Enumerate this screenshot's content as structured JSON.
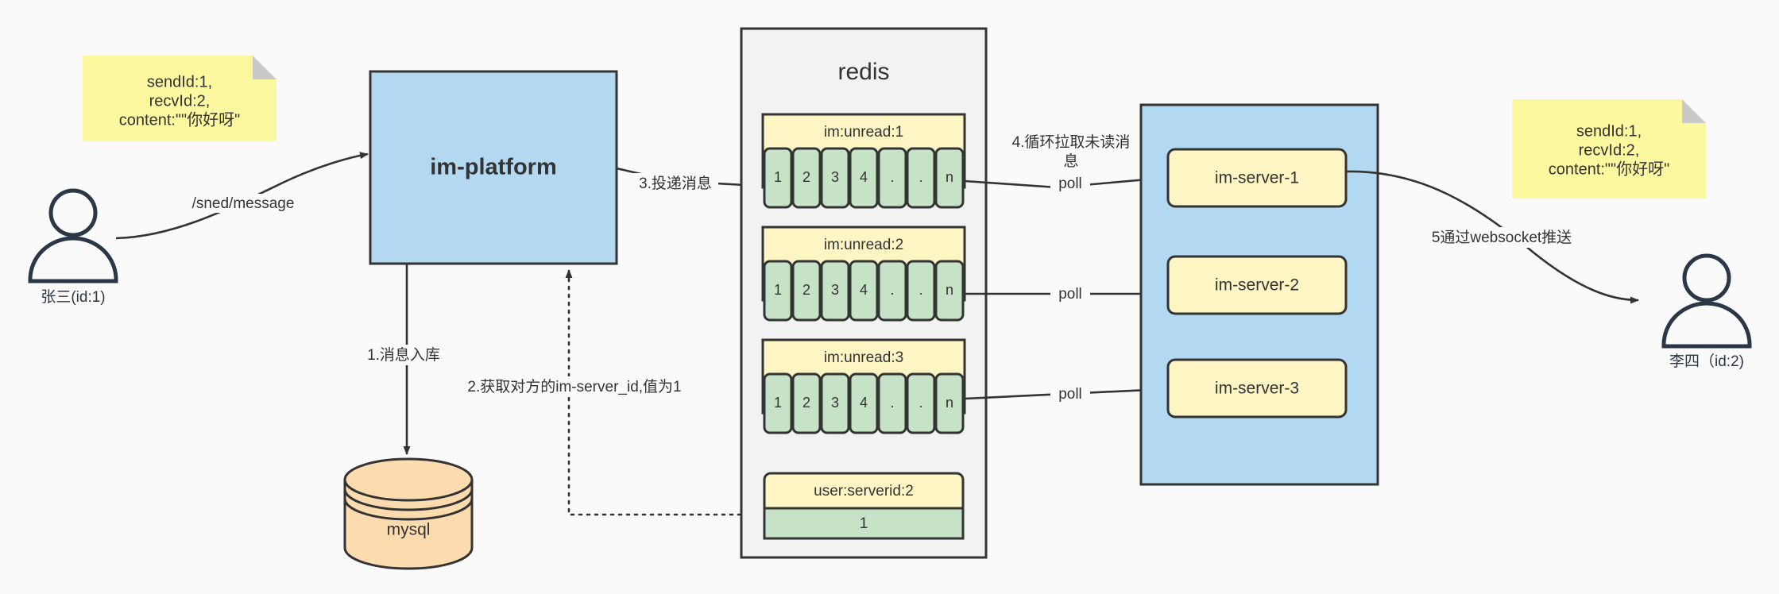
{
  "diagram": {
    "title": "IM message delivery architecture",
    "background": "#fafafa",
    "colors": {
      "blue_fill": "#b3d9f2",
      "yellow_fill": "#fdf5c4",
      "note_fill": "#fcf8a0",
      "note_fold": "#c8c8c8",
      "green_fill": "#c7e3c7",
      "orange_fill": "#fcdcae",
      "container_fill": "#f2f2f2",
      "stroke": "#333333",
      "actor_stroke": "#2a3747"
    }
  },
  "actors": {
    "sender": {
      "name": "张三(id:1)",
      "icon": "person-icon"
    },
    "receiver": {
      "name": "李四（id:2)",
      "icon": "person-icon"
    }
  },
  "notes": {
    "left": {
      "line1": "sendId:1,",
      "line2": "recvId:2,",
      "line3": "content:\"\"你好呀\""
    },
    "right": {
      "line1": "sendId:1,",
      "line2": "recvId:2,",
      "line3": "content:\"\"你好呀\""
    }
  },
  "nodes": {
    "platform": {
      "label": "im-platform"
    },
    "mysql": {
      "label": "mysql"
    },
    "redis": {
      "label": "redis"
    },
    "server_cluster": {
      "servers": [
        {
          "label": "im-server-1"
        },
        {
          "label": "im-server-2"
        },
        {
          "label": "im-server-3"
        }
      ]
    }
  },
  "redis_structures": {
    "queues": [
      {
        "key": "im:unread:1",
        "cells": [
          "1",
          "2",
          "3",
          "4",
          ".",
          ".",
          "n"
        ]
      },
      {
        "key": "im:unread:2",
        "cells": [
          "1",
          "2",
          "3",
          "4",
          ".",
          ".",
          "n"
        ]
      },
      {
        "key": "im:unread:3",
        "cells": [
          "1",
          "2",
          "3",
          "4",
          ".",
          ".",
          "n"
        ]
      }
    ],
    "kv": {
      "key": "user:serverid:2",
      "value": "1"
    }
  },
  "edges": {
    "send_message": "/sned/message",
    "step1": "1.消息入库",
    "step2": "2.获取对方的im-server_id,值为1",
    "step3": "3.投递消息",
    "step4_line1": "4.循环拉取未读消",
    "step4_line2": "息",
    "poll1": "poll",
    "poll2": "poll",
    "poll3": "poll",
    "step5": "5通过websocket推送"
  }
}
